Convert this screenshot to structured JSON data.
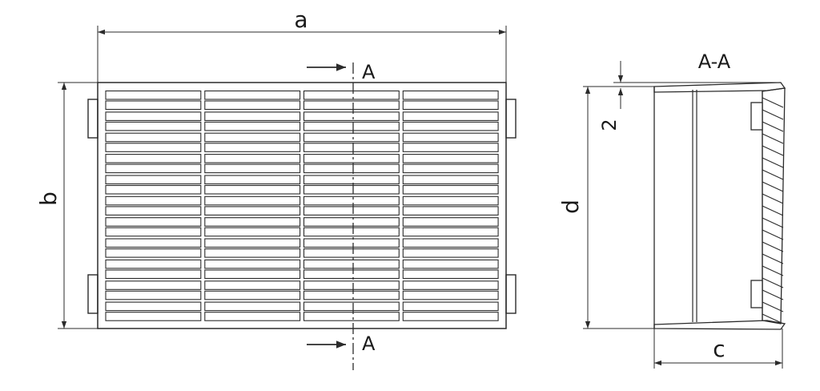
{
  "labels": {
    "dim_a": "a",
    "dim_b": "b",
    "dim_c": "c",
    "dim_d": "d",
    "dim_2": "2",
    "section_mark_top": "A",
    "section_mark_bottom": "A",
    "section_title": "A-A"
  },
  "grate": {
    "rows": 11,
    "columns": 4
  },
  "colors": {
    "line": "#2b2b2b",
    "background": "#ffffff"
  }
}
